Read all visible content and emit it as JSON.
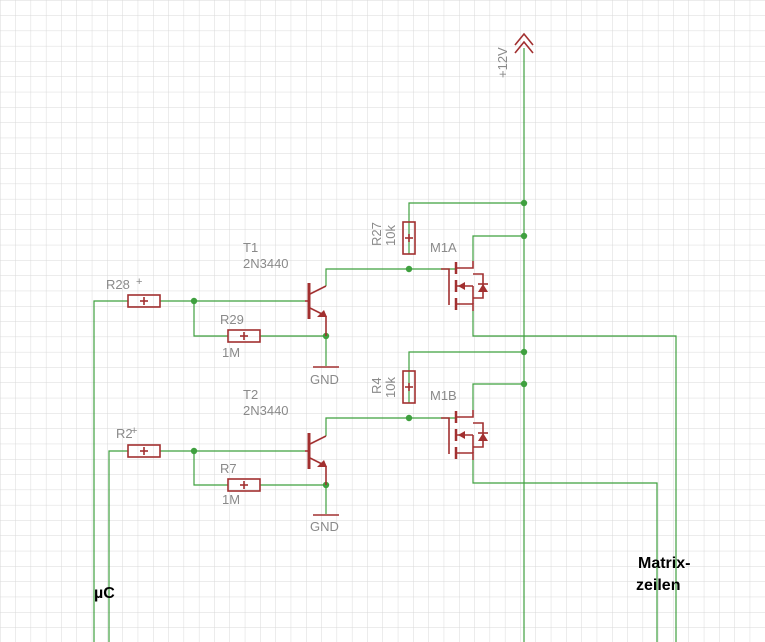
{
  "colors": {
    "background": "#ffffff",
    "grid": "#d9d9d9",
    "wire": "#3fa03f",
    "component": "#a23030",
    "label": "#8a8a8a",
    "heading": "#000000"
  },
  "labels": {
    "supply": "+12V",
    "uc": "µC",
    "matrix_line1": "Matrix-",
    "matrix_line2": "zeilen",
    "gnd1": "GND",
    "gnd2": "GND"
  },
  "components": {
    "t1": {
      "name": "T1",
      "value": "2N3440"
    },
    "t2": {
      "name": "T2",
      "value": "2N3440"
    },
    "r28": {
      "name": "R28"
    },
    "r2": {
      "name": "R2"
    },
    "r29": {
      "name": "R29",
      "value": "1M"
    },
    "r7": {
      "name": "R7",
      "value": "1M"
    },
    "r27": {
      "name": "R27",
      "value": "10k"
    },
    "r4": {
      "name": "R4",
      "value": "10k"
    },
    "m1a": {
      "name": "M1A"
    },
    "m1b": {
      "name": "M1B"
    }
  }
}
